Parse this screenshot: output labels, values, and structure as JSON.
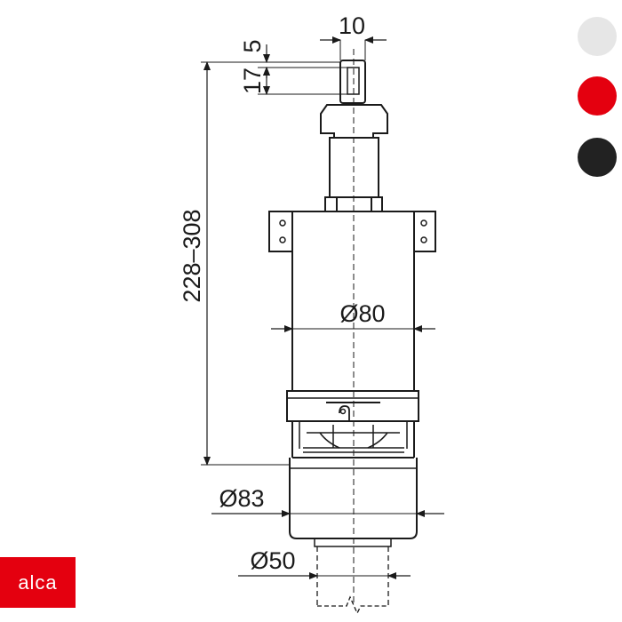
{
  "dimensions": {
    "top_width": "10",
    "slot_offset": "5",
    "slot_height": "17",
    "height_range": "228–308",
    "body_diameter": "Ø80",
    "base_diameter": "Ø83",
    "outlet_diameter": "Ø50"
  },
  "color_options": [
    {
      "name": "white",
      "color": "#e6e6e6"
    },
    {
      "name": "red",
      "color": "#e4000f"
    },
    {
      "name": "black",
      "color": "#222222"
    }
  ],
  "brand": {
    "logo_text": "alca",
    "color": "#e4000f"
  }
}
